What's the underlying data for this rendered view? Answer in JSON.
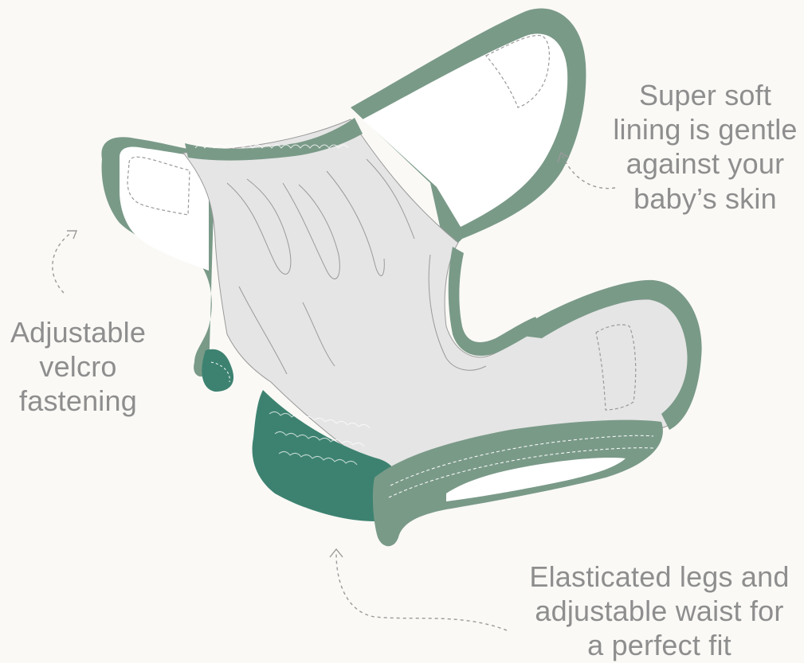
{
  "callouts": {
    "soft_lining": {
      "lines": [
        "Super soft",
        "lining is gentle",
        "against your",
        "baby’s skin"
      ]
    },
    "velcro": {
      "lines": [
        "Adjustable",
        "velcro",
        "fastening"
      ]
    },
    "elastic": {
      "lines": [
        "Elasticated legs and",
        "adjustable waist for",
        "a perfect fit"
      ]
    }
  },
  "colors": {
    "background": "#faf9f6",
    "shell_green": "#7a9a88",
    "leg_green": "#3d8270",
    "lining_grey": "#e5e5e5",
    "tab_white": "#ffffff",
    "text_grey": "#8e8e8e",
    "line_grey": "#9a9a9a"
  }
}
